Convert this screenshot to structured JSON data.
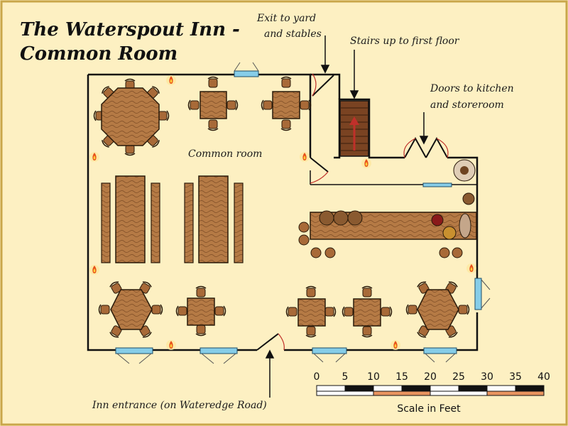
{
  "title": {
    "line1": "The Waterspout Inn -",
    "line2": "Common Room"
  },
  "labels": {
    "exit_line1": "Exit to yard",
    "exit_line2": "and stables",
    "stairs": "Stairs up to first floor",
    "doors_line1": "Doors to kitchen",
    "doors_line2": "and storeroom",
    "common_room": "Common room",
    "entrance": "Inn entrance (on Wateredge Road)"
  },
  "scale": {
    "ticks": [
      "0",
      "5",
      "10",
      "15",
      "20",
      "25",
      "30",
      "35",
      "40"
    ],
    "caption": "Scale in Feet"
  },
  "colors": {
    "parchment": "#fdf0c2",
    "border": "#c9a64a",
    "wall": "#111111",
    "wood": "#b57a45",
    "wood_dark": "#6e4422",
    "window": "#86cde8",
    "door": "#c0302a",
    "scale_orange": "#e8935e"
  },
  "icons": {
    "torch": "torch-icon",
    "north_arrow": "stairs-arrow-icon"
  }
}
